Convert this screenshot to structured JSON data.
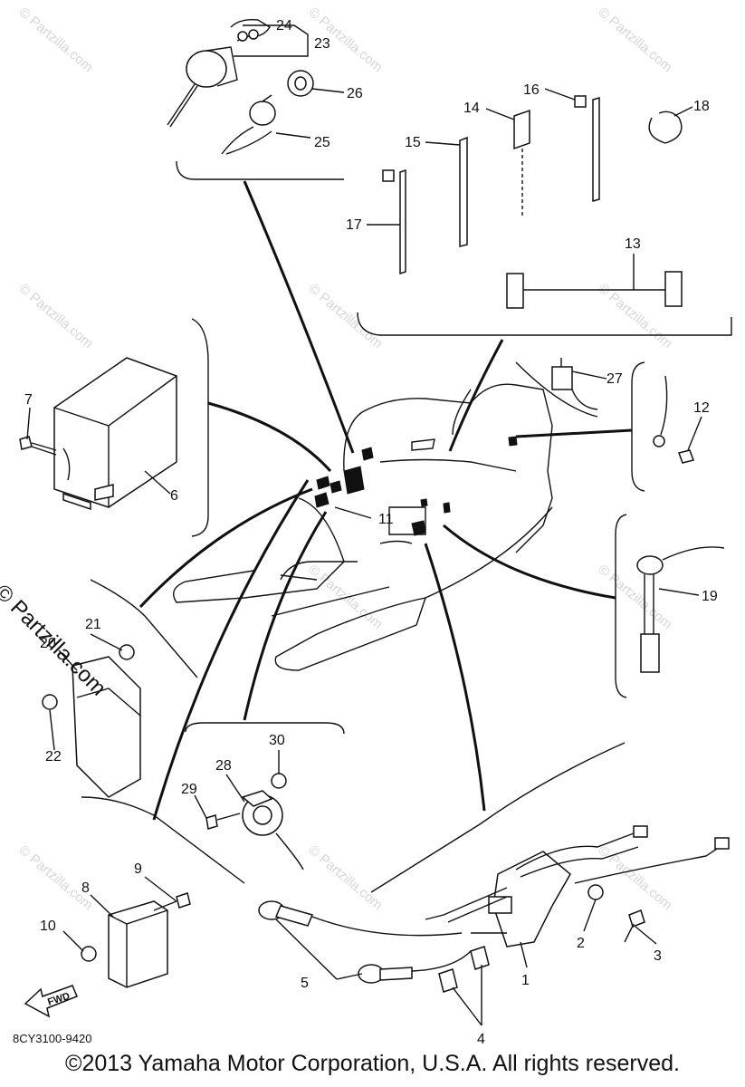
{
  "diagram": {
    "watermark": "© Partzilla.com",
    "diagram_code": "8CY3100-9420",
    "copyright": "©2013 Yamaha Motor Corporation, U.S.A. All rights reserved.",
    "fwd_label": "FWD",
    "callouts": [
      "1",
      "2",
      "3",
      "4",
      "5",
      "6",
      "7",
      "8",
      "9",
      "10",
      "11",
      "12",
      "13",
      "14",
      "15",
      "16",
      "17",
      "18",
      "19",
      "20",
      "21",
      "22",
      "23",
      "24",
      "25",
      "26",
      "27",
      "28",
      "29",
      "30"
    ]
  }
}
